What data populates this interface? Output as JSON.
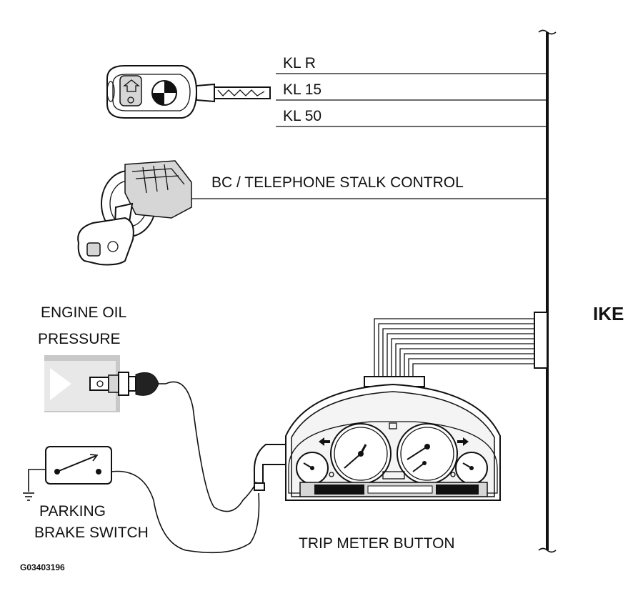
{
  "labels": {
    "kl_r": "KL R",
    "kl_15": "KL 15",
    "kl_50": "KL 50",
    "stalk_control": "BC / TELEPHONE STALK CONTROL",
    "oil_line1": "ENGINE OIL",
    "oil_line2": "PRESSURE",
    "parking_line1": "PARKING",
    "parking_line2": "BRAKE SWITCH",
    "trip_meter": "TRIP METER BUTTON",
    "ike": "IKE",
    "figure_id": "G03403196"
  }
}
